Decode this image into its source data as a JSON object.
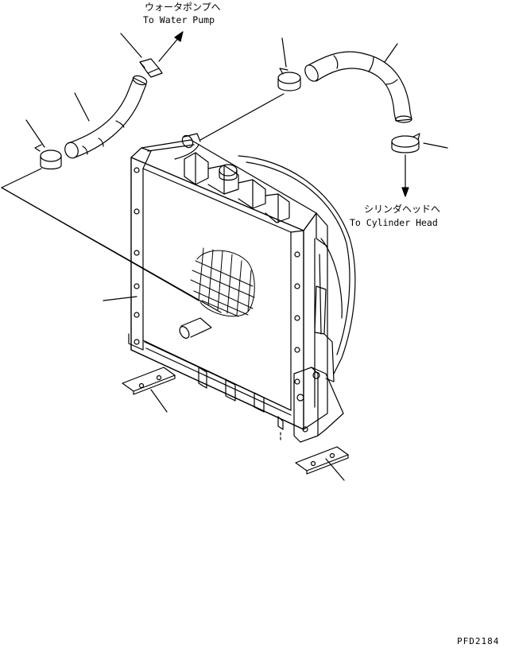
{
  "labels": {
    "water_pump_jp": "ウォータポンプへ",
    "water_pump_en": "To Water Pump",
    "cylinder_head_jp": "シリンダヘッドへ",
    "cylinder_head_en": "To Cylinder Head",
    "drawing_code": "PFD2184"
  }
}
